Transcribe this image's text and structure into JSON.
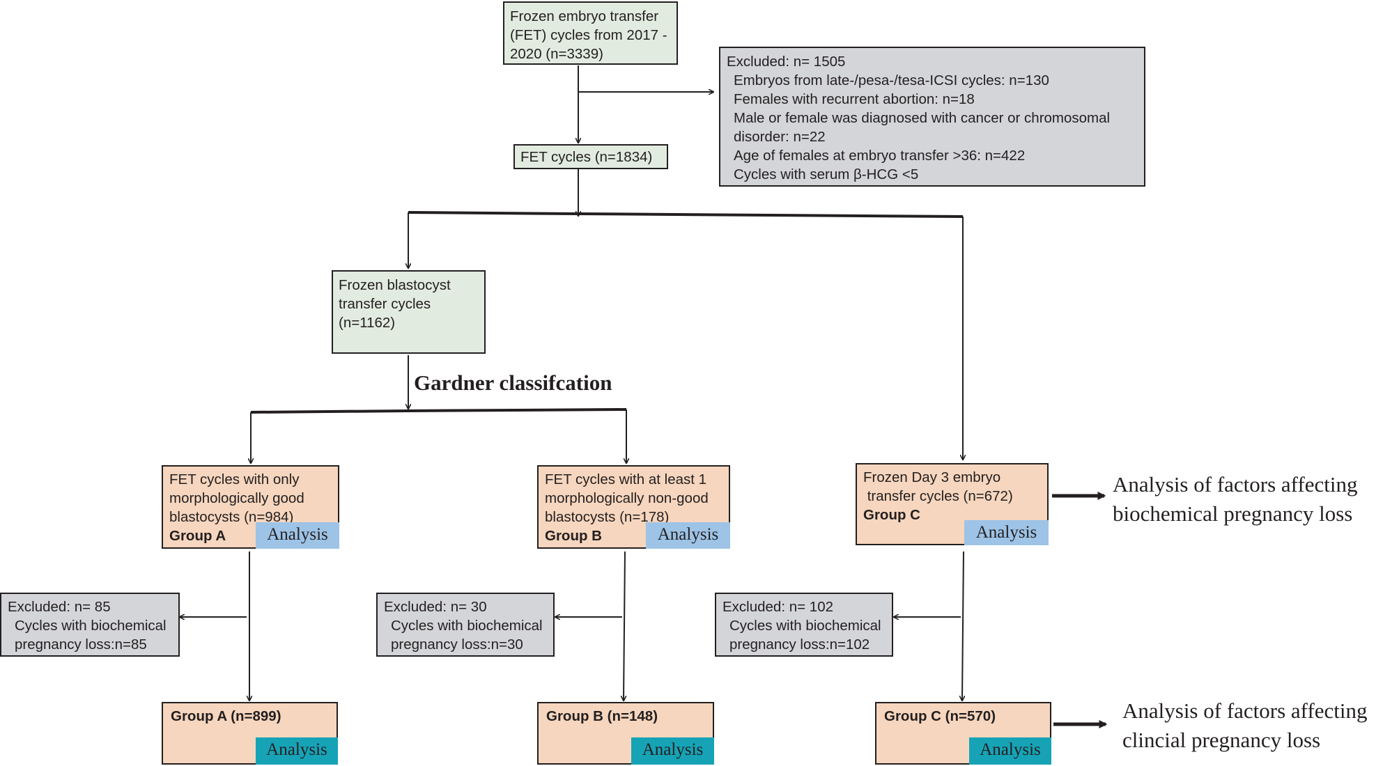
{
  "boxes": {
    "fet_total": {
      "lines": [
        "Frozen embryo transfer",
        "(FET) cycles from 2017 -",
        "2020 (n=3339)"
      ]
    },
    "excluded_main": {
      "title": "Excluded: n= 1505",
      "items": [
        "Embryos from late-/pesa-/tesa-ICSI cycles: n=130",
        "Females with recurrent abortion: n=18",
        "Male or female  was diagnosed with cancer  or  chromosomal",
        "disorder: n=22",
        "Age of females at embryo transfer >36: n=422",
        "Cycles with  serum β-HCG <5"
      ]
    },
    "fet_1834": {
      "lines": [
        "FET cycles (n=1834)"
      ]
    },
    "blastocyst": {
      "lines": [
        "Frozen blastocyst",
        "transfer cycles",
        "(n=1162)"
      ]
    },
    "group_a": {
      "lines": [
        "FET cycles with only",
        "morphologically good",
        "blastocysts (n=984)"
      ],
      "group": "Group A"
    },
    "group_b": {
      "lines": [
        "FET cycles with at least 1",
        "morphologically non-good",
        "blastocysts (n=178)"
      ],
      "group": "Group B"
    },
    "group_c": {
      "lines": [
        "Frozen Day 3 embryo",
        " transfer cycles (n=672)"
      ],
      "group": "Group C"
    },
    "excl_a": {
      "title": "Excluded: n= 85",
      "items": [
        "Cycles with biochemical",
        "pregnancy loss:n=85"
      ]
    },
    "excl_b": {
      "title": "Excluded: n= 30",
      "items": [
        "Cycles with biochemical",
        "pregnancy loss:n=30"
      ]
    },
    "excl_c": {
      "title": "Excluded: n= 102",
      "items": [
        "Cycles with biochemical",
        "pregnancy loss:n=102"
      ]
    },
    "final_a": {
      "label": "Group A (n=899)"
    },
    "final_b": {
      "label": "Group B (n=148)"
    },
    "final_c": {
      "label": "Group C (n=570)"
    }
  },
  "analysis_label": "Analysis",
  "gardner_heading": "Gardner classifcation",
  "notes": {
    "biochemical": [
      "Analysis of factors affecting",
      "biochemical pregnancy loss"
    ],
    "clinical": [
      "Analysis of factors affecting",
      "clincial pregnancy loss"
    ]
  },
  "colors": {
    "green_box": "#e2ebdf",
    "gray_box": "#d4d5d9",
    "peach_box": "#f6d6be",
    "analysis_blue": "#9dc3e6",
    "analysis_teal": "#17a3b6",
    "line": "#231f20"
  }
}
